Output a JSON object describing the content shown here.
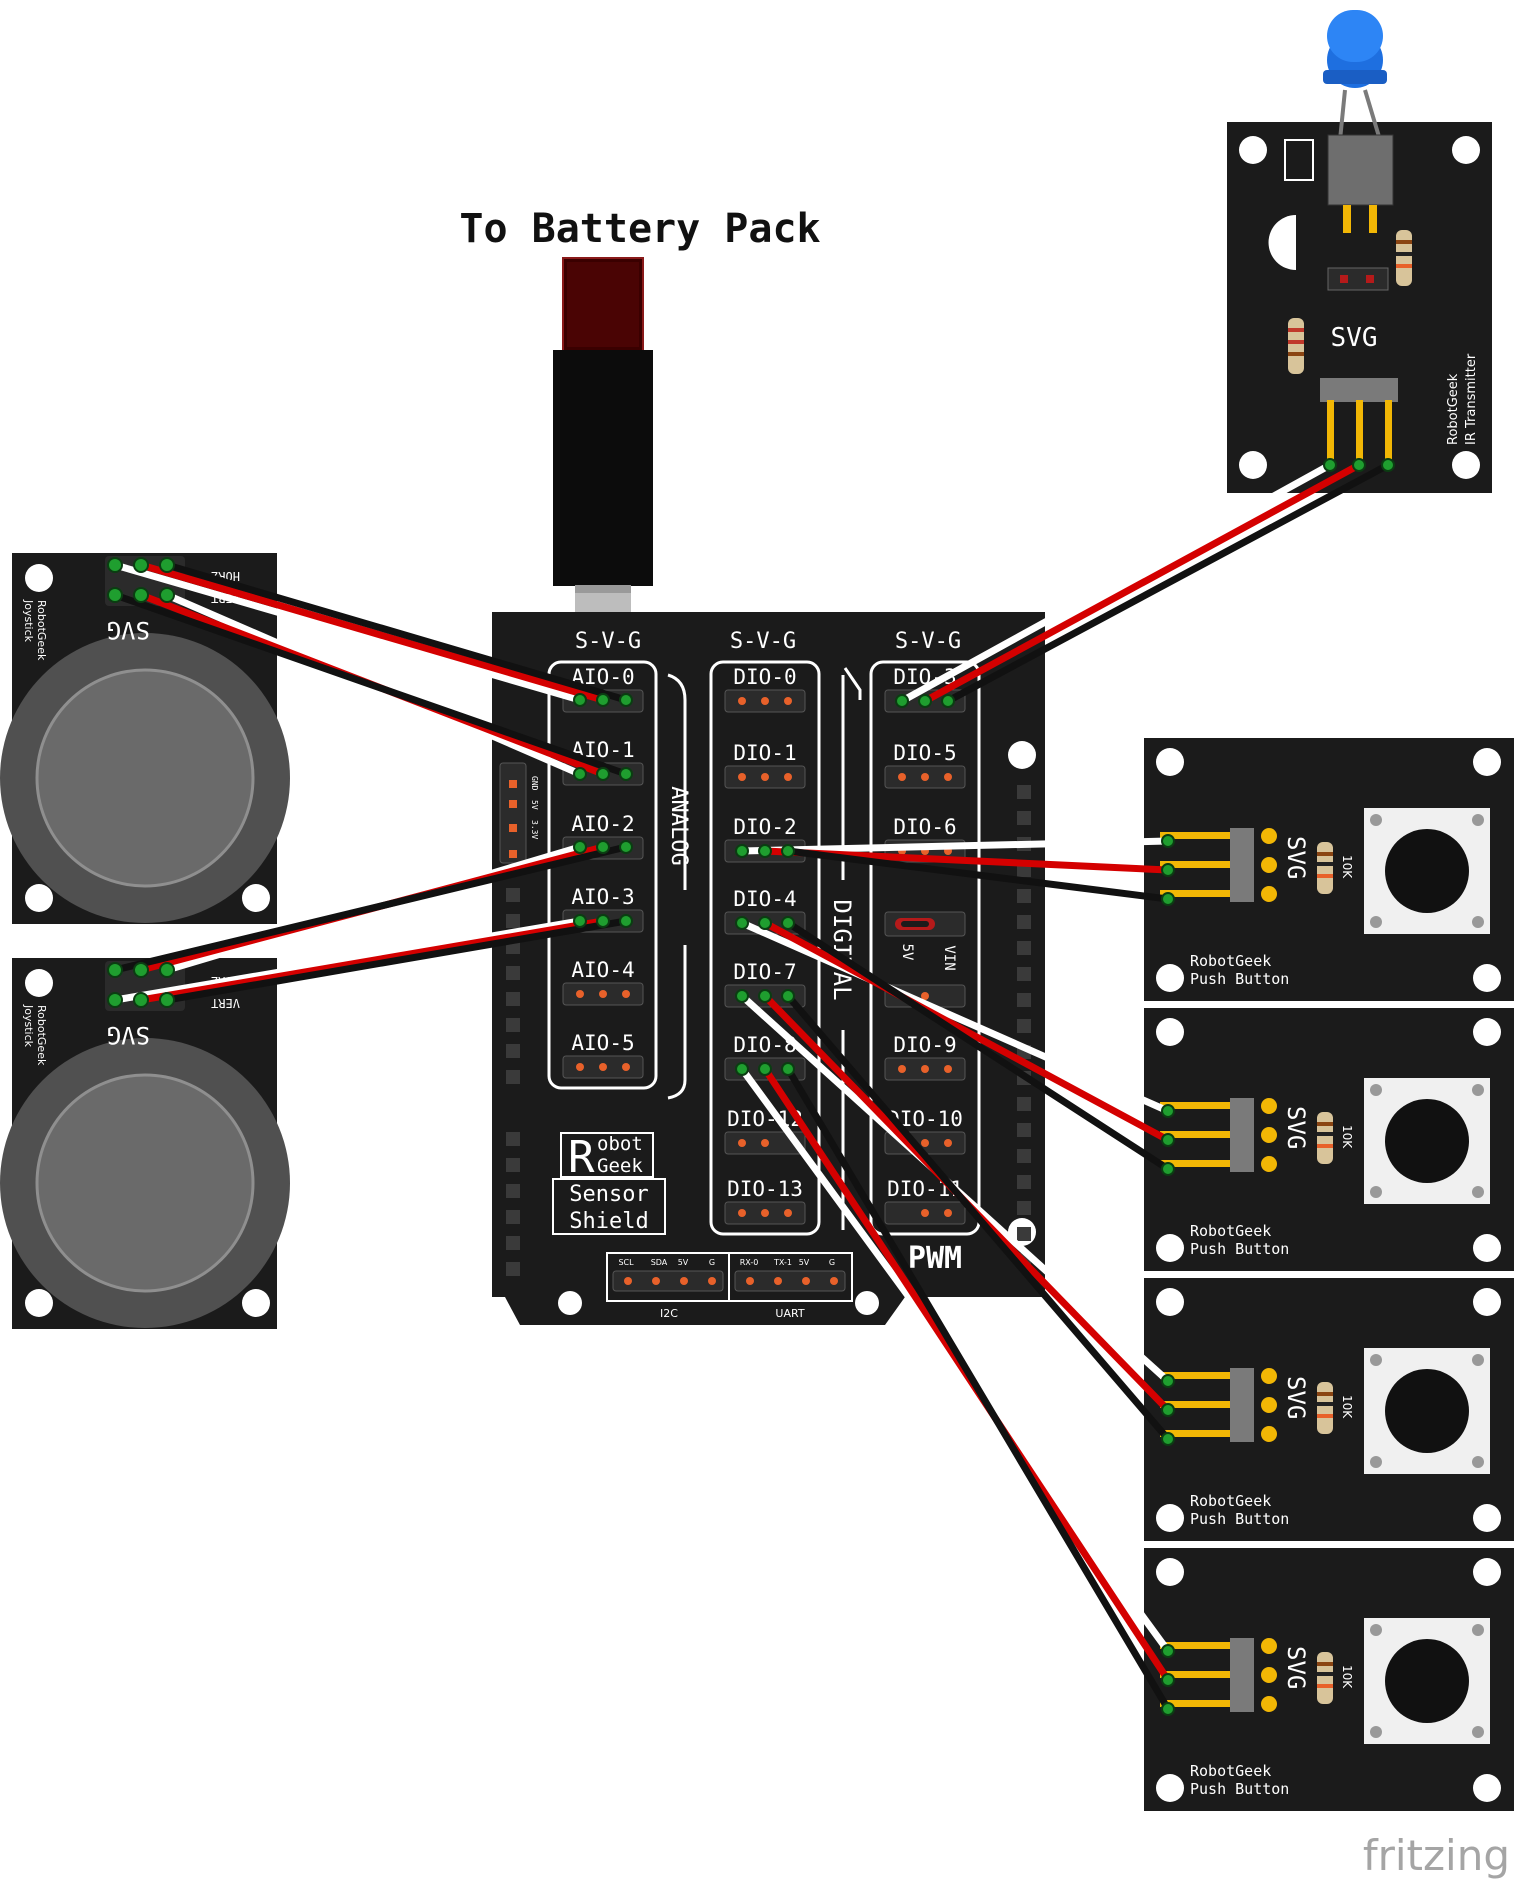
{
  "title": "To Battery Pack",
  "watermark": "fritzing",
  "colors": {
    "board": "#1b1b1b",
    "silkscreen": "#ffffff",
    "wire_signal": "#ffffff",
    "wire_power": "#d40000",
    "wire_ground": "#111111",
    "header_gold": "#f2b705",
    "pin_orange": "#e8612a",
    "connector_green": "#1f9e2f",
    "led_blue": "#1e6fe0",
    "barrel_red": "#5a0000"
  },
  "shield": {
    "header_svg_1": "S-V-G",
    "header_svg_2": "S-V-G",
    "header_svg_3": "S-V-G",
    "analog_pins": [
      "AIO-0",
      "AIO-1",
      "AIO-2",
      "AIO-3",
      "AIO-4",
      "AIO-5"
    ],
    "digital_pins": [
      "DIO-0",
      "DIO-1",
      "DIO-2",
      "DIO-4",
      "DIO-7",
      "DIO-8",
      "DIO-12",
      "DIO-13"
    ],
    "pwm_pins": [
      "DIO-3",
      "DIO-5",
      "DIO-6",
      "DIO-9",
      "DIO-10",
      "DIO-11"
    ],
    "label_analog": "ANALOG",
    "label_digital": "DIGITAL",
    "label_pwm": "PWM",
    "logo_r": "R",
    "logo_robot": "obot",
    "logo_geek": "Geek",
    "logo_sensor": "Sensor",
    "logo_shield": "Shield",
    "label_i2c": "I2C",
    "label_uart": "UART",
    "i2c_pins": [
      "SCL",
      "SDA",
      "5V",
      "G"
    ],
    "uart_pins": [
      "RX-0",
      "TX-1",
      "5V",
      "G"
    ],
    "power_pins": [
      "GND",
      "5V",
      "3.3V"
    ],
    "jumper_5v": "5V",
    "jumper_vin": "VIN"
  },
  "joysticks": [
    {
      "brand": "RobotGeek",
      "name": "Joystick",
      "svg": "SVG",
      "pin_a": "HORZ",
      "pin_b": "VERT"
    },
    {
      "brand": "RobotGeek",
      "name": "Joystick",
      "svg": "SVG",
      "pin_a": "HORZ",
      "pin_b": "VERT"
    }
  ],
  "ir_transmitter": {
    "brand": "RobotGeek",
    "name": "IR Transmitter",
    "svg": "SVG"
  },
  "push_buttons": [
    {
      "line1": "RobotGeek",
      "line2": "Push Button",
      "svg": "SVG",
      "resistor": "10K"
    },
    {
      "line1": "RobotGeek",
      "line2": "Push Button",
      "svg": "SVG",
      "resistor": "10K"
    },
    {
      "line1": "RobotGeek",
      "line2": "Push Button",
      "svg": "SVG",
      "resistor": "10K"
    },
    {
      "line1": "RobotGeek",
      "line2": "Push Button",
      "svg": "SVG",
      "resistor": "10K"
    }
  ]
}
